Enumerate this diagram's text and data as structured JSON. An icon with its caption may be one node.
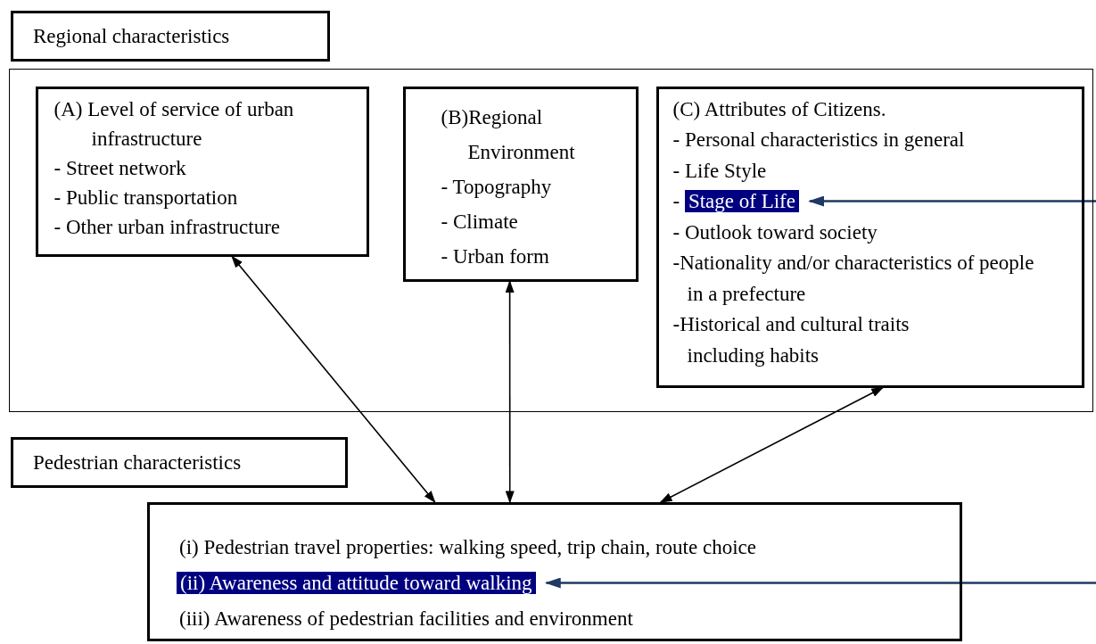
{
  "diagram": {
    "nodes": [
      {
        "text": [
          "Regional characteristics"
        ]
      },
      {
        "text": [],
        "shape": "box"
      },
      {
        "text": [
          "(A) Level of service of urban infrastructure",
          "- Street network",
          "- Public transportation",
          "- Other urban infrastructure"
        ],
        "in": 1
      },
      {
        "text": [
          "(B)Regional Environment",
          "- Topography",
          "- Climate",
          "- Urban form"
        ],
        "in": 1
      },
      {
        "text": [
          "(C) Attributes of Citizens.",
          "- Personal characteristics in general",
          "- Life Style",
          "- Stage of Life",
          "- Outlook toward society",
          "-Nationality and/or characteristics of people in a prefecture",
          "-Historical and cultural traits including habits"
        ],
        "in": 1
      },
      {
        "text": [
          "Pedestrian characteristics"
        ]
      },
      {
        "text": [
          "(i) Pedestrian travel properties: walking speed, trip chain, route choice",
          "(ii) Awareness and attitude toward walking",
          "(iii) Awareness of pedestrian facilities and environment"
        ]
      }
    ],
    "edges": [
      {
        "from": 2,
        "to": 6,
        "arrow": "both"
      },
      {
        "from": 3,
        "to": 6,
        "arrow": "both"
      },
      {
        "from": 4,
        "to": 6,
        "arrow": "both"
      },
      {
        "from": null,
        "to": 4,
        "arrow": "to",
        "color": "#1f3864"
      },
      {
        "from": null,
        "to": 6,
        "arrow": "to",
        "color": "#1f3864"
      }
    ]
  }
}
